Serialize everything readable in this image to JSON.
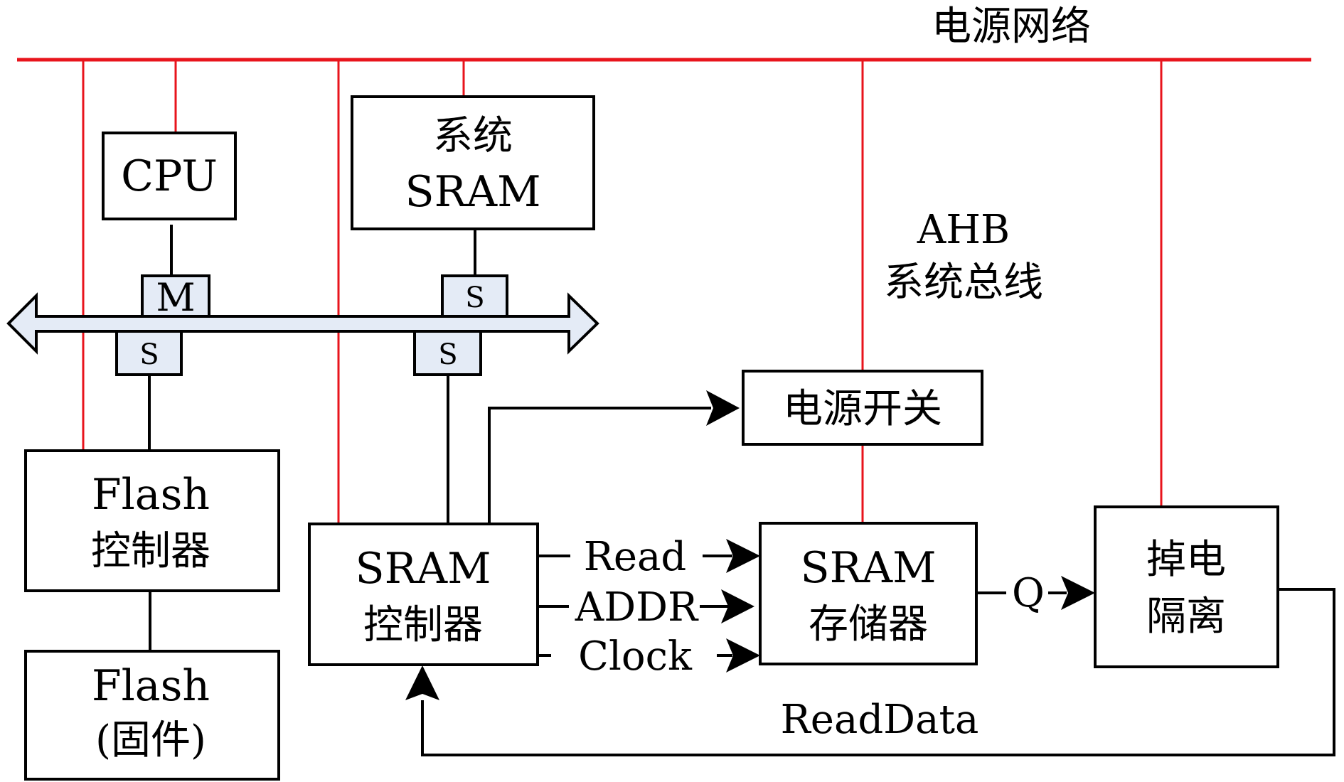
{
  "colors": {
    "power": "#e8141c",
    "bus_fill": "#e4ebf6",
    "line": "#000000"
  },
  "power_network": {
    "label": "电源网络"
  },
  "bus": {
    "label_line1": "AHB",
    "label_line2": "系统总线"
  },
  "blocks": {
    "cpu": {
      "label": "CPU"
    },
    "system_sram": {
      "line1": "系统",
      "line2": "SRAM"
    },
    "flash_controller": {
      "line1": "Flash",
      "line2": "控制器"
    },
    "flash_firmware": {
      "line1": "Flash",
      "line2": "(固件)"
    },
    "sram_controller": {
      "line1": "SRAM",
      "line2": "控制器"
    },
    "power_switch": {
      "label": "电源开关"
    },
    "sram_memory": {
      "line1": "SRAM",
      "line2": "存储器"
    },
    "power_down_isolation": {
      "line1": "掉电",
      "line2": "隔离"
    }
  },
  "ports": {
    "cpu_master": "M",
    "sys_sram_slave": "S",
    "flash_slave": "S",
    "sram_ctrl_slave": "S"
  },
  "signals": {
    "read": "Read",
    "addr": "ADDR",
    "clock": "Clock",
    "q": "Q",
    "read_data": "ReadData"
  }
}
